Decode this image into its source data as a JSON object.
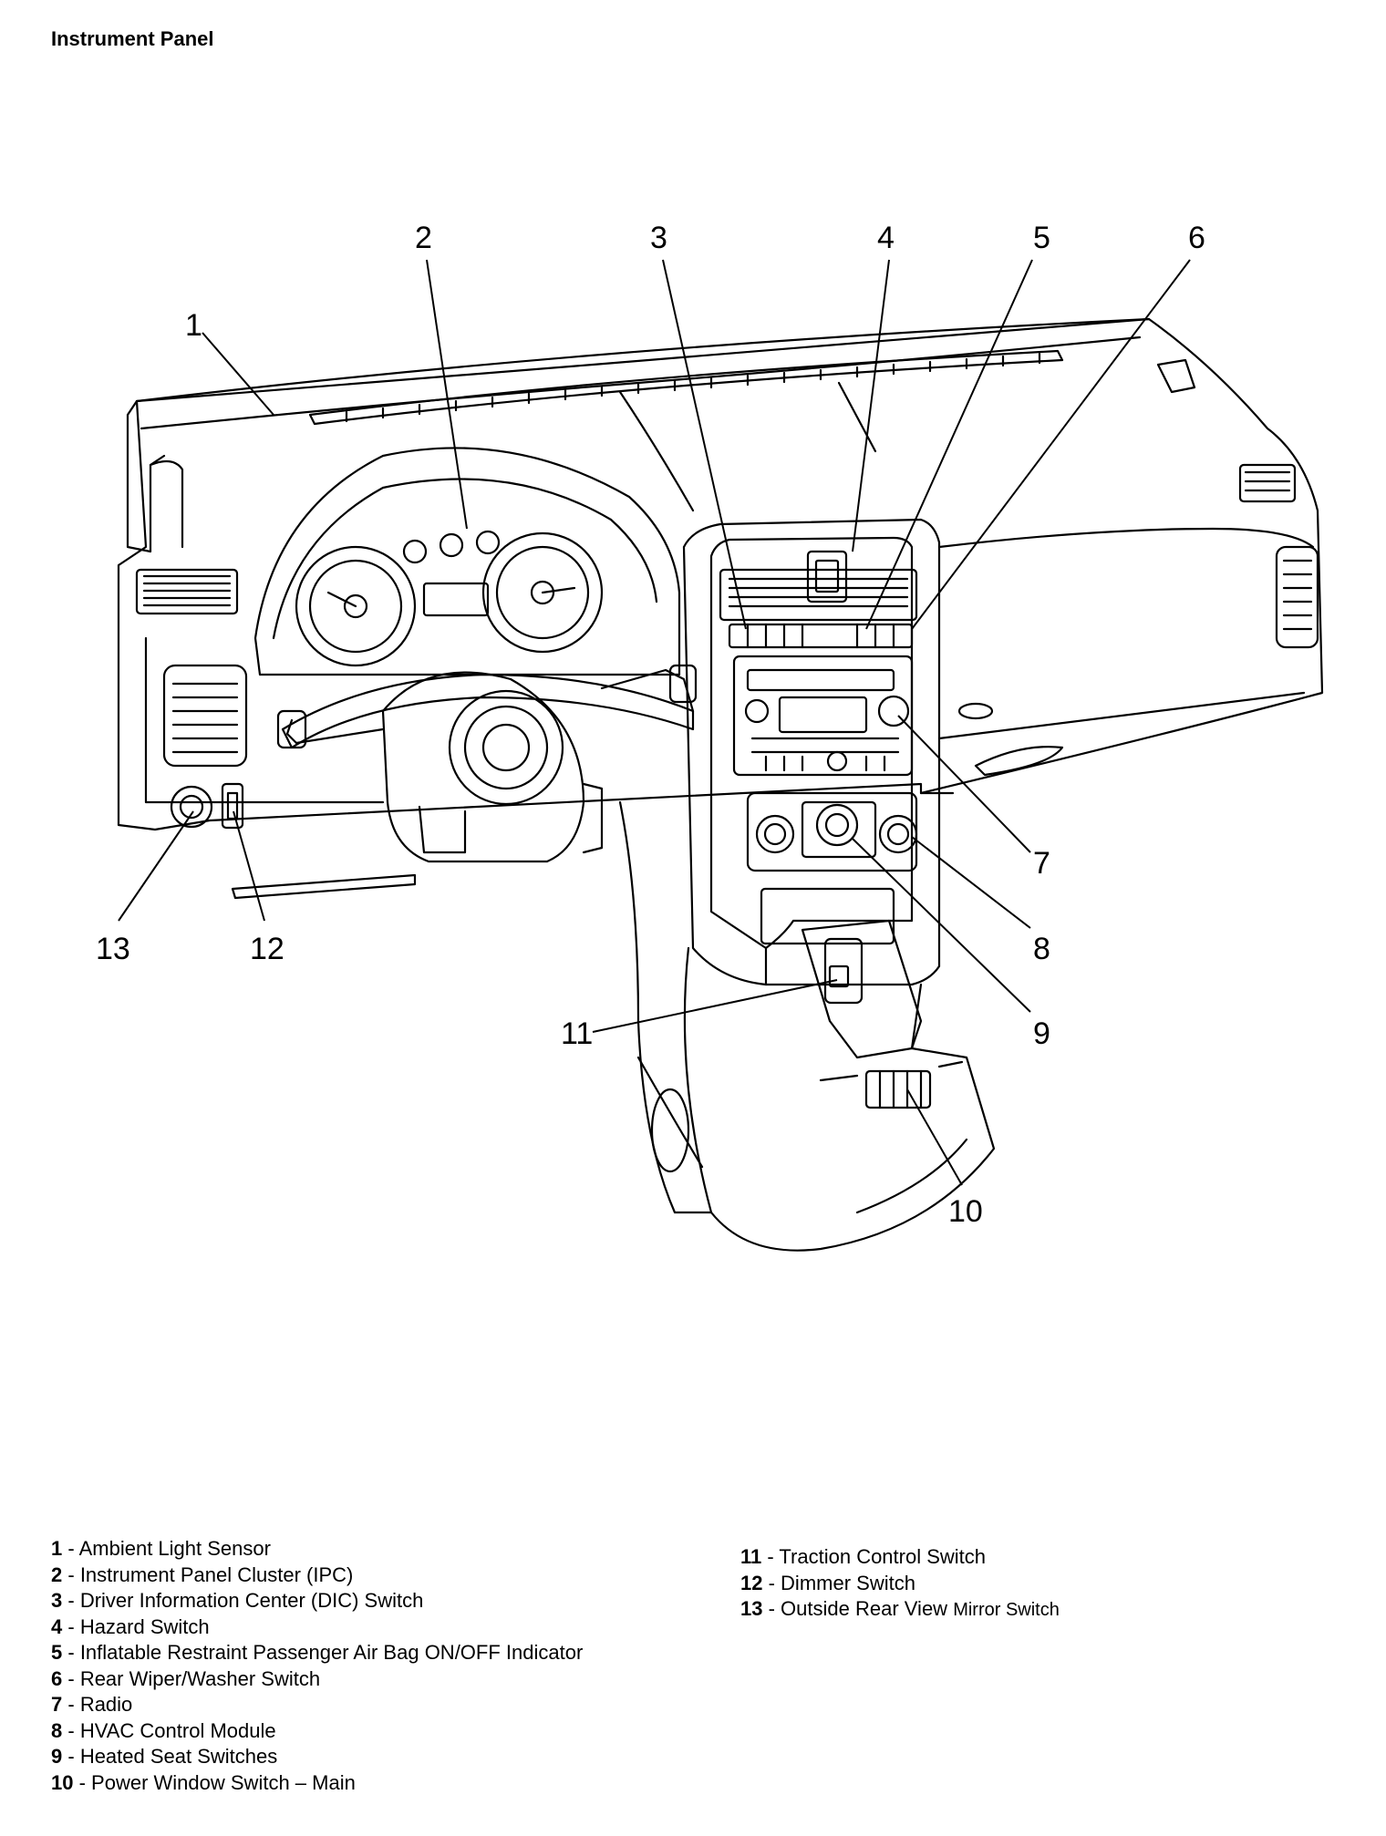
{
  "title": "Instrument Panel",
  "callouts": [
    "1",
    "2",
    "3",
    "4",
    "5",
    "6",
    "7",
    "8",
    "9",
    "10",
    "11",
    "12",
    "13"
  ],
  "legend_left": [
    {
      "num": "1",
      "text": "Ambient Light Sensor"
    },
    {
      "num": "2",
      "text": "Instrument Panel Cluster (IPC)"
    },
    {
      "num": "3",
      "text": "Driver Information Center (DIC) Switch"
    },
    {
      "num": "4",
      "text": "Hazard Switch"
    },
    {
      "num": "5",
      "text": "Inflatable Restraint Passenger Air Bag ON/OFF Indicator"
    },
    {
      "num": "6",
      "text": "Rear Wiper/Washer Switch"
    },
    {
      "num": "7",
      "text": "Radio"
    },
    {
      "num": "8",
      "text": "HVAC Control Module"
    },
    {
      "num": "9",
      "text": "Heated Seat Switches"
    },
    {
      "num": "10",
      "text": "Power Window Switch – Main"
    }
  ],
  "legend_right": [
    {
      "num": "11",
      "text": "Traction Control Switch"
    },
    {
      "num": "12",
      "text": "Dimmer Switch"
    },
    {
      "num": "13",
      "text": "Outside Rear View ",
      "small": "Mirror Switch"
    }
  ]
}
